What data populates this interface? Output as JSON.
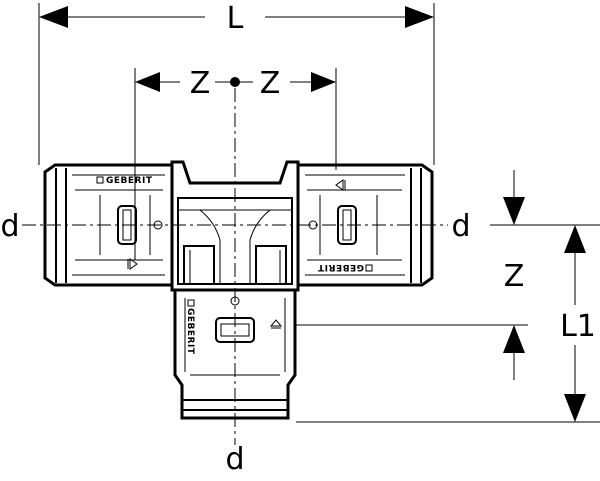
{
  "dimensions": {
    "overall_length": "L",
    "center_to_end_left": "Z",
    "center_to_end_right": "Z",
    "branch_center_to_end": "Z",
    "branch_length": "L1",
    "diameter_left": "d",
    "diameter_right": "d",
    "diameter_branch": "d"
  },
  "branding": {
    "brand_left": "GEBERIT",
    "brand_right": "GEBERIT",
    "brand_branch": "GEBERIT"
  }
}
